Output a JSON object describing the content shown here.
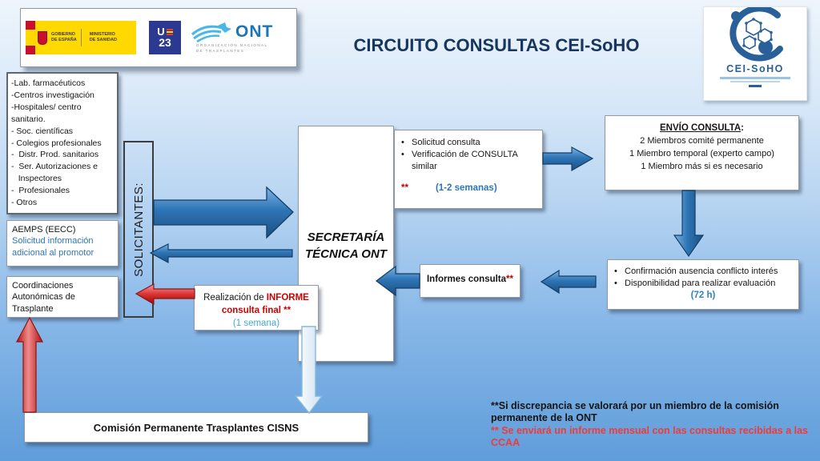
{
  "title": "CIRCUITO CONSULTAS CEI-SoHO",
  "ui": {
    "bullet": "•"
  },
  "logos": {
    "gobierno": {
      "l1": "GOBIERNO",
      "l2": "DE ESPAÑA",
      "l3": "MINISTERIO",
      "l4": "DE SANIDAD"
    },
    "ue23": {
      "u": "U",
      "num": "23"
    },
    "ont": {
      "name": "ONT",
      "sub1": "ORGANIZACIÓN NACIONAL",
      "sub2": "DE TRASPLANTES"
    },
    "cei": {
      "name": "CEI-SoHO"
    }
  },
  "left_column": {
    "solicitantes_label": "SOLICITANTES:",
    "list_lines": [
      "-Lab. farmacéuticos",
      "-Centros investigación",
      "-Hospitales/ centro",
      "sanitario.",
      "- Soc. científicas",
      "- Colegios profesionales",
      "-  Distr. Prod. sanitarios",
      "-  Ser. Autorizaciones e",
      "   Inspectores",
      "-  Profesionales",
      "- Otros"
    ],
    "aemps_title": "AEMPS  (EECC)",
    "aemps_sub": "Solicitud información adicional al promotor",
    "coordinaciones": "Coordinaciones Autonómicas de Trasplante"
  },
  "secretaria": {
    "line1": "SECRETARÍA",
    "line2": "TÉCNICA ONT"
  },
  "solicitud_box": {
    "b1": "Solicitud consulta",
    "b2": "Verificación de CONSULTA similar",
    "stars": "**",
    "duration": "(1-2 semanas)"
  },
  "envio_box": {
    "title": "ENVÍO CONSULTA",
    "colon": ":",
    "l1": "2 Miembros comité permanente",
    "l2": "1 Miembro temporal (experto campo)",
    "l3": "1 Miembro  más si es necesario"
  },
  "confirmacion_box": {
    "b1": "Confirmación  ausencia conflicto interés",
    "b2": "Disponibilidad para realizar evaluación",
    "duration": "(72 h)"
  },
  "informes_box": {
    "text": "Informes consulta",
    "stars": "**"
  },
  "realizacion_box": {
    "l1_black": "Realización de ",
    "l1_red": "INFORME",
    "l2_red": "consulta final **",
    "duration": "(1 semana)"
  },
  "comision_box": {
    "text": "Comisión Permanente Trasplantes CISNS"
  },
  "notes": {
    "black": "**Si discrepancia se valorará por un miembro de la comisión permanente de la ONT",
    "red": "** Se enviará un informe mensual con las consultas recibidas a las CCAA"
  },
  "colors": {
    "title_navy": "#17365D",
    "arrow_blue": "#2E75B6",
    "arrow_red": "#C00000",
    "note_red": "#EE3B3B",
    "duration_blue_1": "#2E75B6",
    "duration_blue_2": "#2E86C1",
    "duration_cyan": "#3FA9D4"
  }
}
